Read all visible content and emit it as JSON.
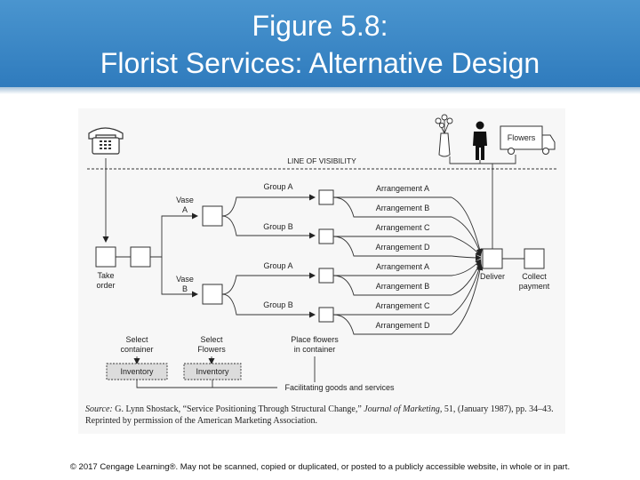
{
  "title": {
    "line1": "Figure 5.8:",
    "line2": "Florist Services: Alternative Design"
  },
  "diagram": {
    "line_of_visibility": "LINE OF VISIBILITY",
    "flowers_truck": "Flowers",
    "take_order": [
      "Take",
      "order"
    ],
    "vase_a": [
      "Vase",
      "A"
    ],
    "vase_b": [
      "Vase",
      "B"
    ],
    "groups": [
      "Group A",
      "Group B",
      "Group A",
      "Group B"
    ],
    "arrangements": [
      "Arrangement A",
      "Arrangement B",
      "Arrangement C",
      "Arrangement D",
      "Arrangement A",
      "Arrangement B",
      "Arrangement C",
      "Arrangement D"
    ],
    "deliver": "Deliver",
    "collect_payment": [
      "Collect",
      "payment"
    ],
    "select_container": [
      "Select",
      "container"
    ],
    "select_flowers": [
      "Select",
      "Flowers"
    ],
    "place_flowers": [
      "Place flowers",
      "in container"
    ],
    "inventory_1": "Inventory",
    "inventory_2": "Inventory",
    "facilitating": "Facilitating goods and services"
  },
  "source": {
    "label": "Source:",
    "author": " G. Lynn Shostack, “Service Positioning Through Structural Change,” ",
    "journal": "Journal of Marketing,",
    "details": " 51, (January 1987), pp. 34–43.",
    "line2": "Reprinted by permission of the American Marketing Association."
  },
  "copyright": "© 2017 Cengage Learning®. May not be scanned, copied or duplicated, or posted to a publicly accessible website, in whole or in part."
}
